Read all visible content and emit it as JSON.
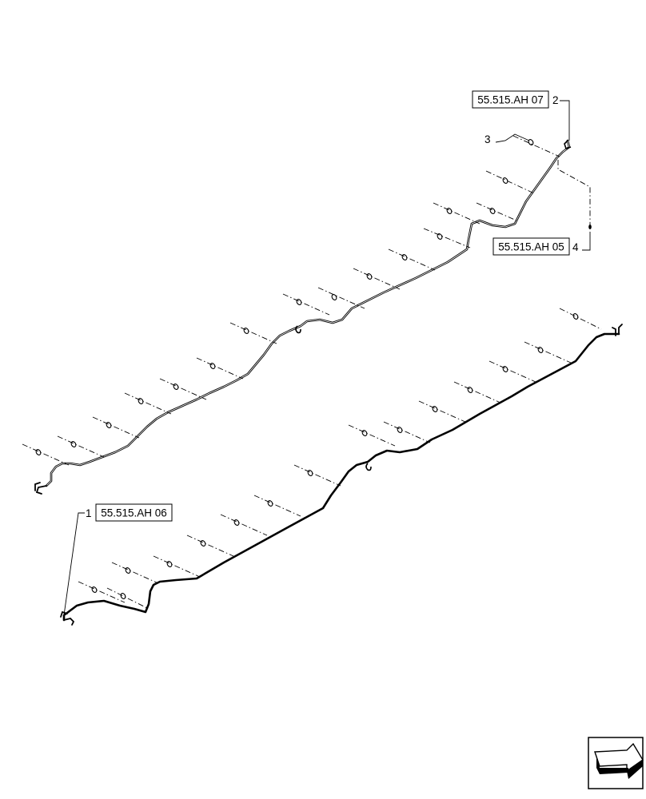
{
  "diagram": {
    "references": [
      {
        "id": "ref-07",
        "text": "55.515.AH 07"
      },
      {
        "id": "ref-05",
        "text": "55.515.AH 05"
      },
      {
        "id": "ref-06",
        "text": "55.515.AH 06"
      }
    ],
    "callouts": [
      {
        "id": "c1",
        "text": "1"
      },
      {
        "id": "c2",
        "text": "2"
      },
      {
        "id": "c3",
        "text": "3"
      },
      {
        "id": "c4",
        "text": "4"
      }
    ],
    "icons": {
      "navigation": "next-page-arrow-icon",
      "clip": "hose-clip-icon",
      "hose": "hydraulic-line"
    },
    "colors": {
      "line": "#000000",
      "background": "#ffffff"
    }
  }
}
